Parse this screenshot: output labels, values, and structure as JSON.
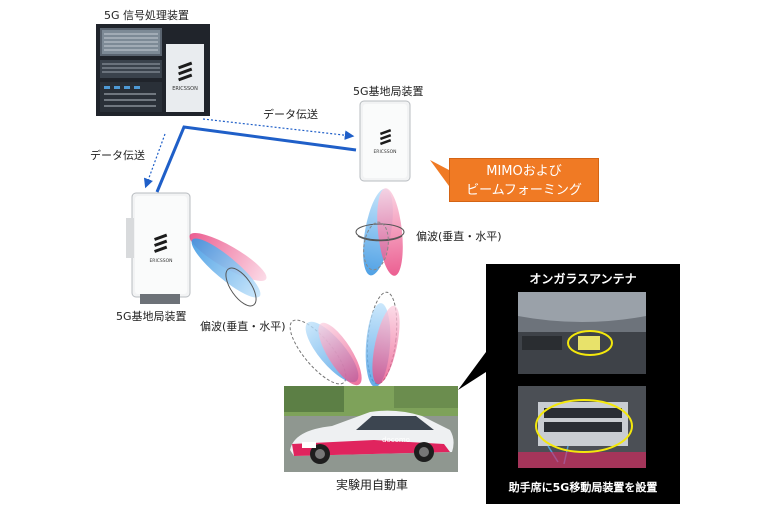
{
  "labels": {
    "signal_processor": "5G 信号処理装置",
    "base_station_right": "5G基地局装置",
    "base_station_left": "5G基地局装置",
    "data_transfer_left": "データ伝送",
    "data_transfer_top": "データ伝送",
    "polarization_right": "偏波(垂直・水平)",
    "polarization_left": "偏波(垂直・水平)",
    "vehicle": "実験用自動車"
  },
  "callout": {
    "line1": "MIMOおよび",
    "line2": "ビームフォーミング"
  },
  "panel": {
    "title": "オンガラスアンテナ",
    "caption": "助手席に5G移動局装置を設置"
  },
  "branding": {
    "ericsson": "ERICSSON",
    "car_5g": "5G",
    "docomo": "docomo"
  },
  "colors": {
    "link_blue": "#1f5fc8",
    "beam_blue": "#4aa3e8",
    "beam_pink": "#ec5c8e",
    "callout_orange": "#f07a24",
    "highlight_yellow": "#f4e80c"
  }
}
